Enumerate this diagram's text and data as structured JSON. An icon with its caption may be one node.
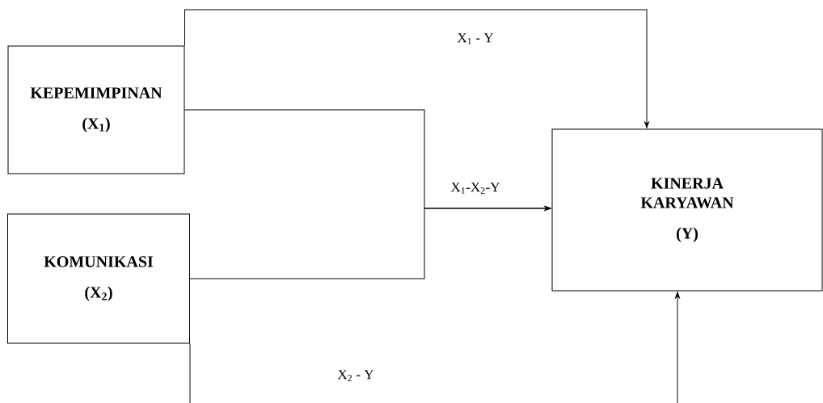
{
  "diagram": {
    "nodes": [
      {
        "text": [
          "KEPEMIMPINAN",
          "(X$_{1}$)"
        ]
      },
      {
        "text": [
          "KOMUNIKASI",
          "(X$_{2}$)"
        ]
      },
      {
        "text": [
          "KINERJA KARYAWAN",
          "(Y)"
        ]
      }
    ],
    "edges": [
      {
        "from": 0,
        "to": 2,
        "arrow": "to",
        "label": "X$_{1}$ - Y"
      },
      {
        "from": 0,
        "to": 2,
        "arrow": "to",
        "label": "X$_{1}$-X$_{2}$-Y"
      },
      {
        "from": 1,
        "to": 2,
        "arrow": "to"
      },
      {
        "from": 1,
        "to": 2,
        "arrow": "to",
        "label": "X$_{2}$ - Y"
      }
    ]
  }
}
